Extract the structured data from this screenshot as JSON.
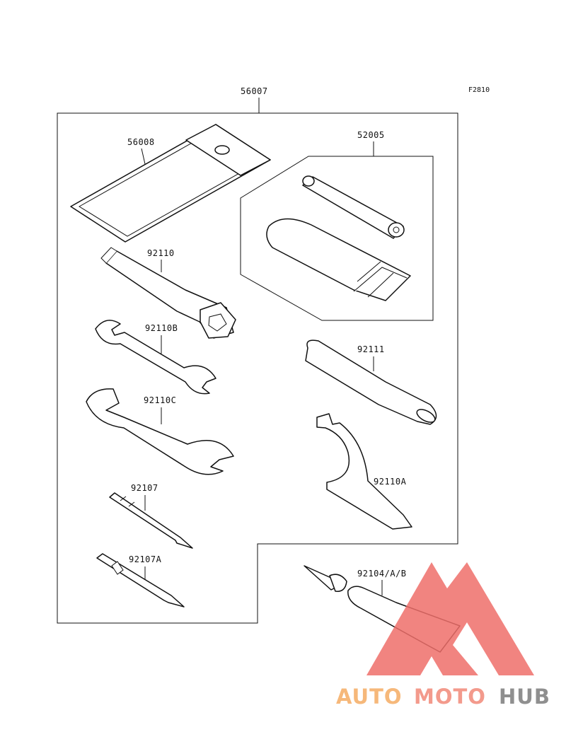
{
  "diagram": {
    "reference": "F2810",
    "parts": {
      "toolkit": "56007",
      "pouch": "56008",
      "repair_kit": "52005",
      "box_wrench": "92110",
      "wrench_small": "92110B",
      "wrench_large": "92110C",
      "screwdriver": "92107",
      "screwdriver_a": "92107A",
      "handle_pipe": "92111",
      "hook_wrench": "92110A",
      "tube_set": "92104/A/B"
    }
  },
  "watermark": {
    "word_part1": "AUTO",
    "word_part2": "MOTO",
    "word_part3": "HUB",
    "colors": {
      "auto": "#f6b87a",
      "moto": "#f39a8c",
      "hub": "#8f8f8f",
      "triangle": "#ef6f6a"
    }
  }
}
